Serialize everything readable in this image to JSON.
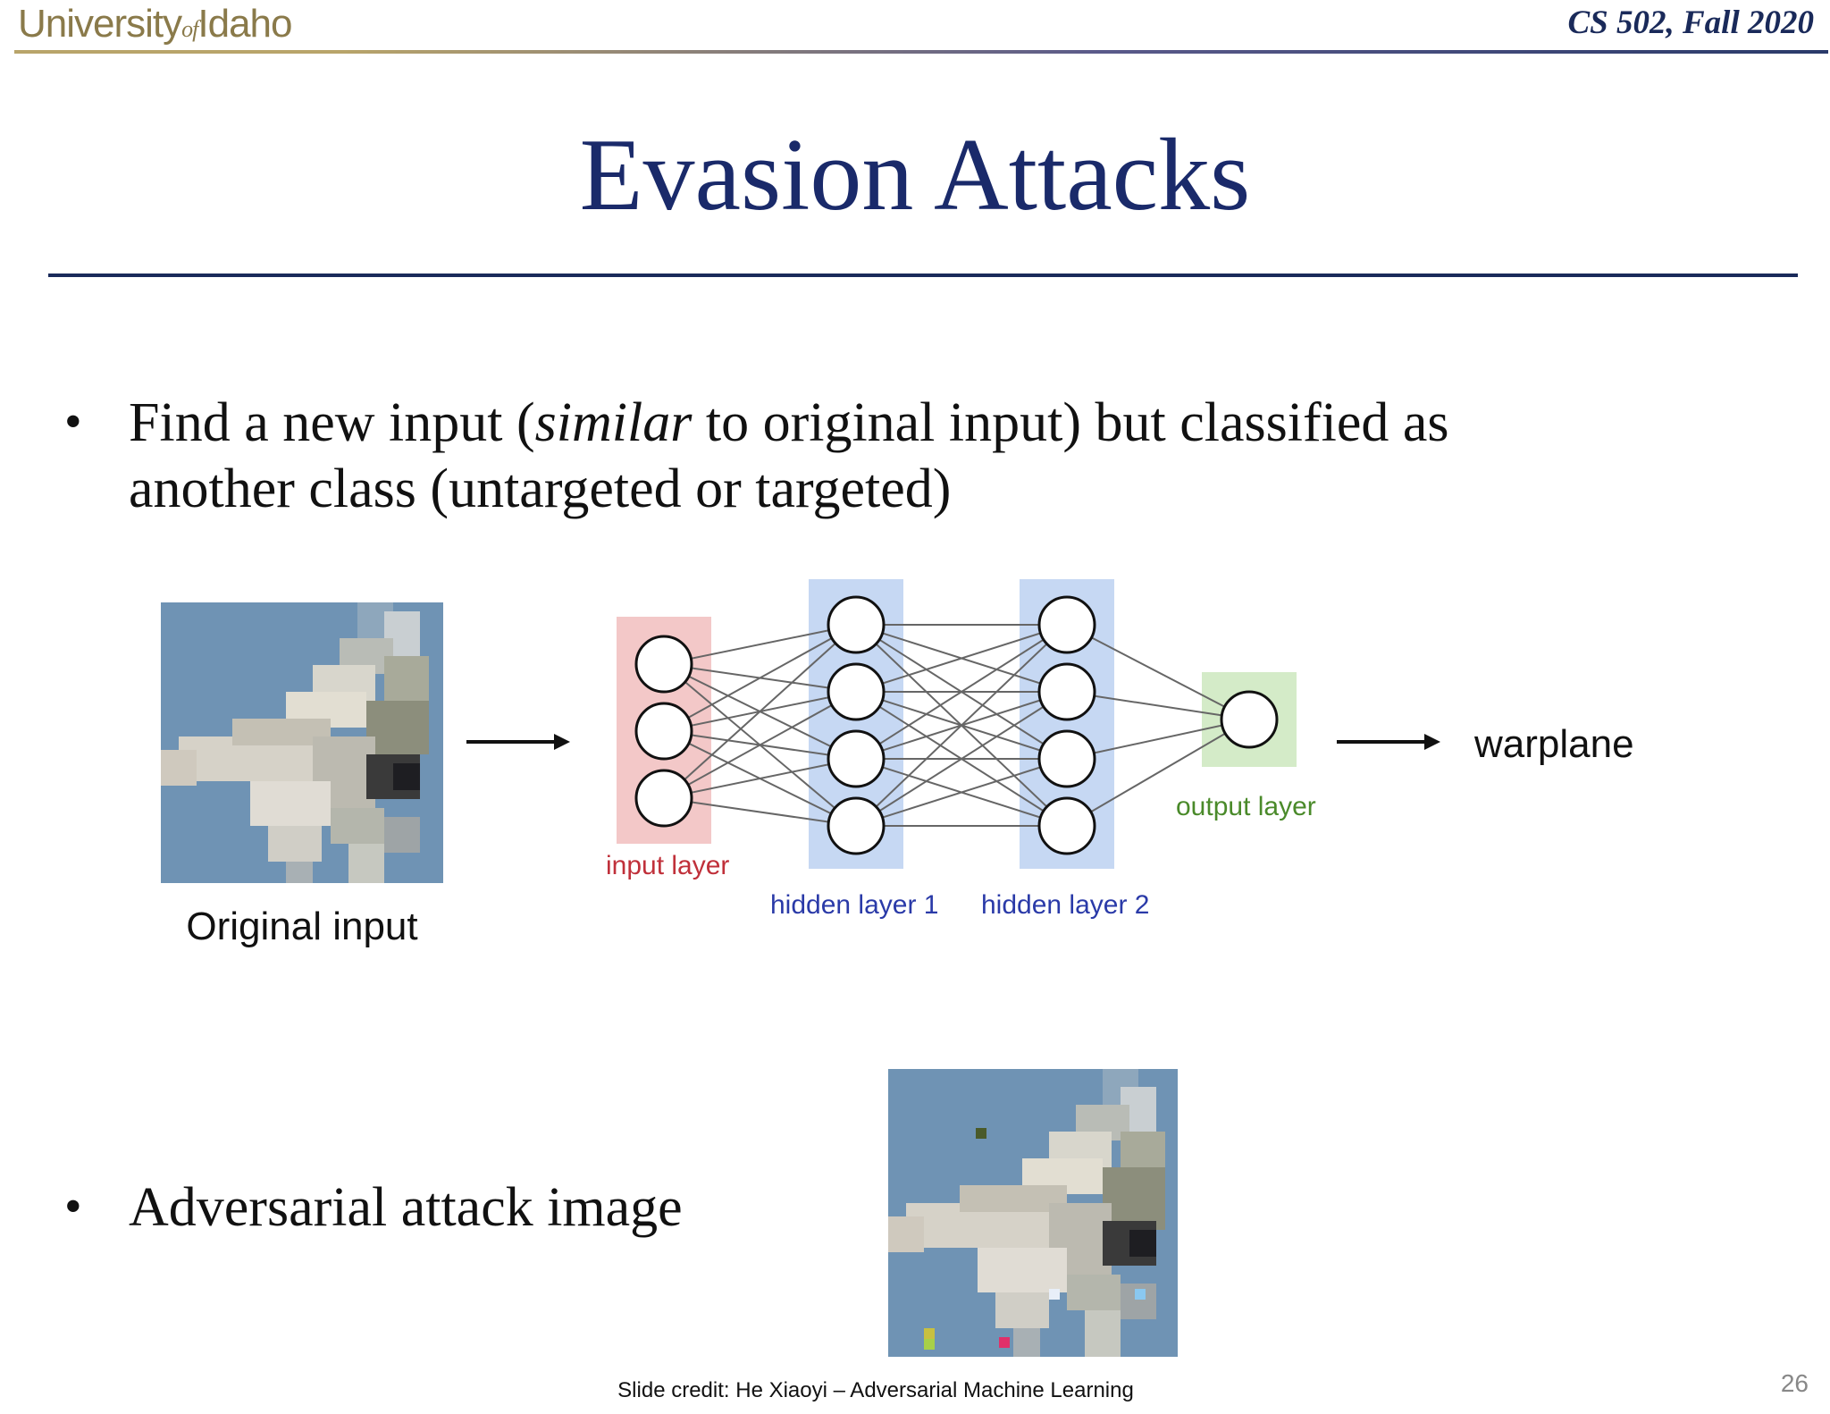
{
  "header": {
    "logo_main": "University",
    "logo_of": "of",
    "logo_end": "Idaho",
    "course": "CS 502, Fall 2020"
  },
  "title": "Evasion Attacks",
  "bullets": [
    {
      "line1_a": "Find a new input (",
      "line1_em": "similar",
      "line1_b": " to original input) but classified as",
      "line2": "another class (untargeted or targeted)"
    },
    {
      "text": "Adversarial attack image"
    }
  ],
  "diagram": {
    "original_caption": "Original input",
    "output_label": "warplane",
    "input_layer": "input layer",
    "hidden_layer_1": "hidden layer 1",
    "hidden_layer_2": "hidden layer 2",
    "output_layer": "output layer",
    "colors": {
      "input": "#f3c8c8",
      "hidden": "#c6d8f3",
      "output": "#d4ebc8",
      "input_text": "#c0303a",
      "hidden_text": "#2a3aa8",
      "output_text": "#4a8a2a"
    }
  },
  "footer": {
    "credit": "Slide credit: He Xiaoyi – Adversarial Machine Learning",
    "page": "26"
  }
}
